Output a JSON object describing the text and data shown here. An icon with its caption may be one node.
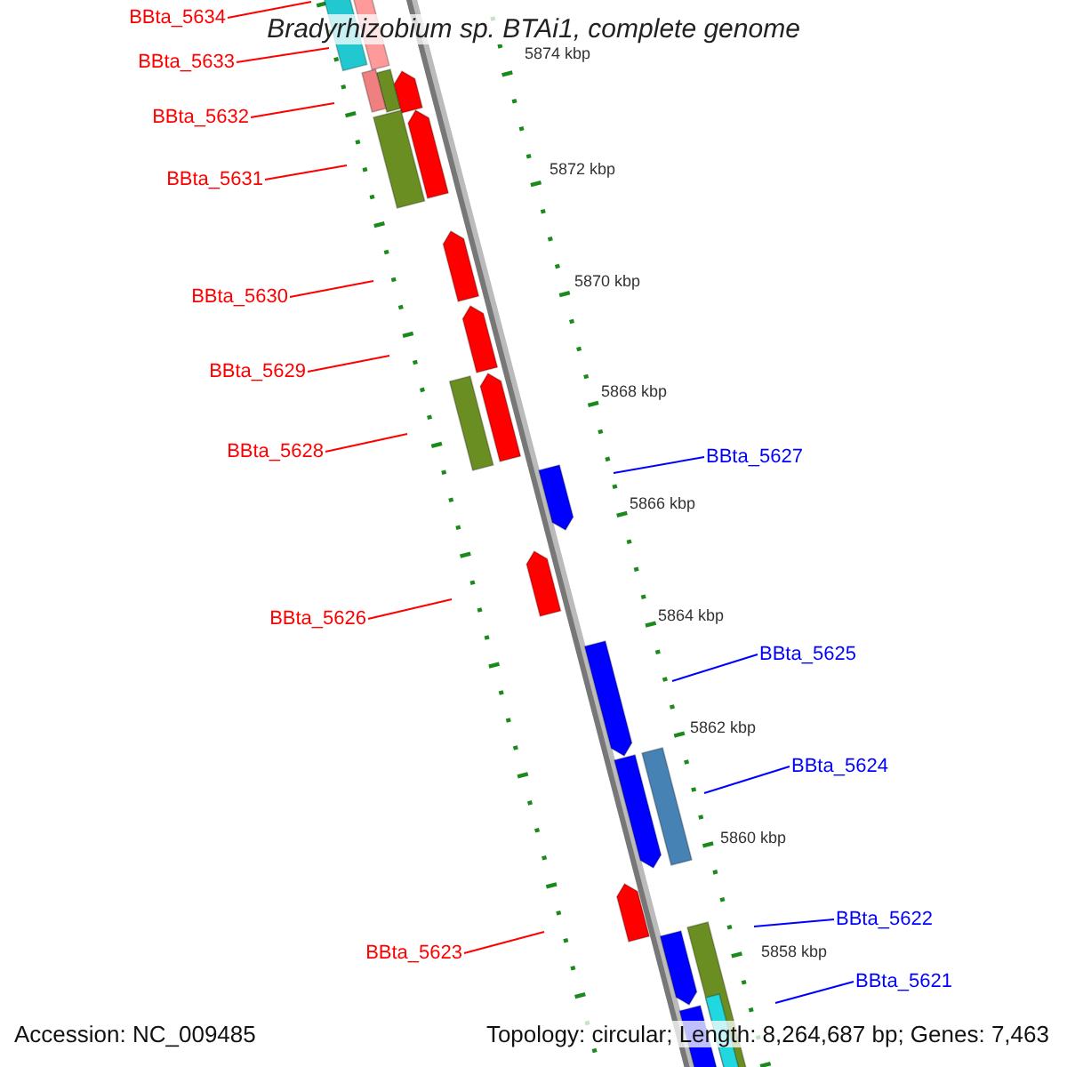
{
  "diagram": {
    "title": "Bradyrhizobium sp. BTAi1, complete genome",
    "nodes": [
      {
        "text": [
          "BBta_5634"
        ]
      },
      {
        "text": [
          "BBta_5633"
        ]
      },
      {
        "text": [
          "BBta_5632"
        ]
      },
      {
        "text": [
          "BBta_5631"
        ]
      },
      {
        "text": [
          "BBta_5630"
        ]
      },
      {
        "text": [
          "BBta_5629"
        ]
      },
      {
        "text": [
          "BBta_5628"
        ]
      },
      {
        "text": [
          "BBta_5627"
        ]
      },
      {
        "text": [
          "BBta_5626"
        ]
      },
      {
        "text": [
          "BBta_5625"
        ]
      },
      {
        "text": [
          "BBta_5624"
        ]
      },
      {
        "text": [
          "BBta_5622"
        ]
      },
      {
        "text": [
          "BBta_5623"
        ]
      },
      {
        "text": [
          "BBta_5621"
        ]
      }
    ],
    "edges": [
      {
        "from": 0,
        "to": null,
        "arrow": "none"
      },
      {
        "from": 1,
        "to": null,
        "arrow": "none"
      },
      {
        "from": 2,
        "to": null,
        "arrow": "none"
      },
      {
        "from": 3,
        "to": null,
        "arrow": "none"
      },
      {
        "from": 4,
        "to": null,
        "arrow": "none"
      },
      {
        "from": 5,
        "to": null,
        "arrow": "none"
      },
      {
        "from": 6,
        "to": null,
        "arrow": "none"
      },
      {
        "from": 7,
        "to": null,
        "arrow": "none",
        "color": "#0000ff"
      },
      {
        "from": 8,
        "to": null,
        "arrow": "none"
      },
      {
        "from": 9,
        "to": null,
        "arrow": "none",
        "color": "#0000ff"
      },
      {
        "from": 10,
        "to": null,
        "arrow": "none",
        "color": "#0000ff"
      },
      {
        "from": 11,
        "to": null,
        "arrow": "none",
        "color": "#0000ff"
      },
      {
        "from": 12,
        "to": null,
        "arrow": "none"
      },
      {
        "from": 13,
        "to": null,
        "arrow": "none",
        "color": "#0000ff"
      }
    ],
    "labels": [
      "5874 kbp",
      "5872 kbp",
      "5870 kbp",
      "5868 kbp",
      "5866 kbp",
      "5864 kbp",
      "5862 kbp",
      "5860 kbp",
      "5858 kbp",
      "Accession: NC_009485",
      "Topology: circular; Length: 8,264,687 bp; Genes: 7,463"
    ]
  }
}
